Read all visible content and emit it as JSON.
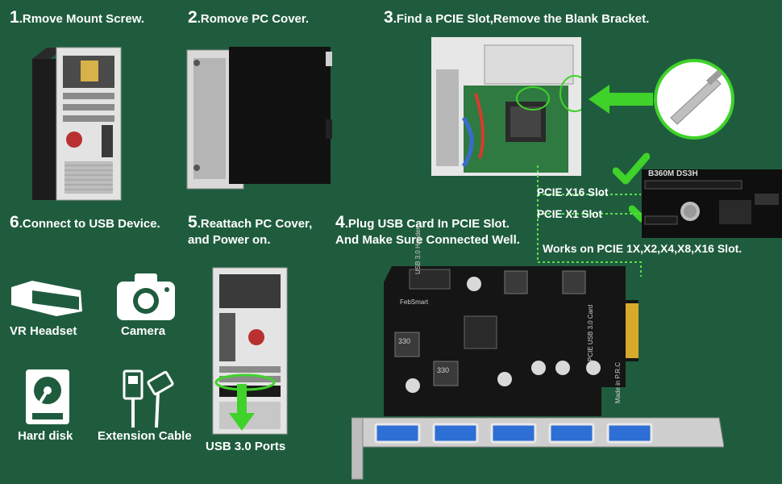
{
  "steps": [
    {
      "num": "1",
      "text": ".Rmove Mount Screw."
    },
    {
      "num": "2",
      "text": ".Romove PC Cover."
    },
    {
      "num": "3",
      "text": ".Find a PCIE Slot,Remove the Blank Bracket."
    },
    {
      "num": "4",
      "text": ".Plug USB Card In PCIE Slot.",
      "text2": "And Make Sure Connected Well."
    },
    {
      "num": "5",
      "text": ".Reattach PC Cover,",
      "text2": "and Power on."
    },
    {
      "num": "6",
      "text": ".Connect to USB Device."
    }
  ],
  "slots": {
    "x16": "PCIE X16 Slot",
    "x1": "PCIE X1 Slot",
    "works_on": "Works on PCIE 1X,X2,X4,X8,X16 Slot."
  },
  "devices": {
    "vr": "VR Headset",
    "camera": "Camera",
    "hdd": "Hard disk",
    "cable": "Extension Cable"
  },
  "usb_ports": "USB 3.0 Ports",
  "board_marks": {
    "motherboard": "B360M DS3H",
    "header": "USB 3.0 Header",
    "card": "PCIE USB 3.0 Card",
    "made_in": "Made in P.R.C",
    "brand": "FebSmart",
    "inductor": "330"
  },
  "colors": {
    "background": "#1f5c3e",
    "accent_green": "#3fd22a",
    "dotted_line": "#58e04a",
    "card_pcb": "#151515",
    "usb_blue": "#2e6fd6"
  }
}
